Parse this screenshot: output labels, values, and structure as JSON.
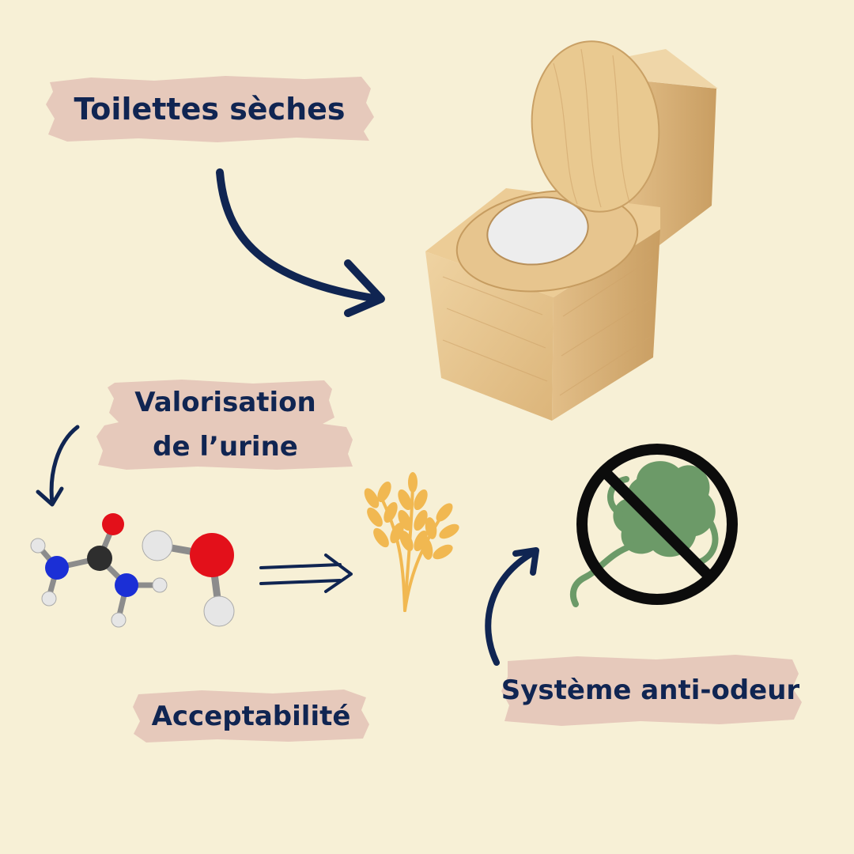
{
  "labels": {
    "dry_toilets": "Toilettes sèches",
    "urine_line1": "Valorisation",
    "urine_line2": "de l’urine",
    "acceptability": "Acceptabilité",
    "anti_odor": "Système anti-odeur"
  },
  "colors": {
    "background": "#f7f0d6",
    "brush": "#e6c9bb",
    "text_and_arrows": "#102552",
    "wood": "#e8c792",
    "wheat": "#f1b851",
    "odor_cloud": "#6c9a68",
    "prohibition_sign": "#0c0c0c",
    "oxygen": "#e3101a",
    "nitrogen": "#1b2fd6",
    "carbon": "#2e2e2e",
    "hydrogen": "#e6e6e6"
  },
  "icons": [
    "dry-toilet-image",
    "urea-molecule-icon",
    "water-molecule-icon",
    "double-arrow-icon",
    "wheat-icon",
    "no-odor-icon"
  ]
}
